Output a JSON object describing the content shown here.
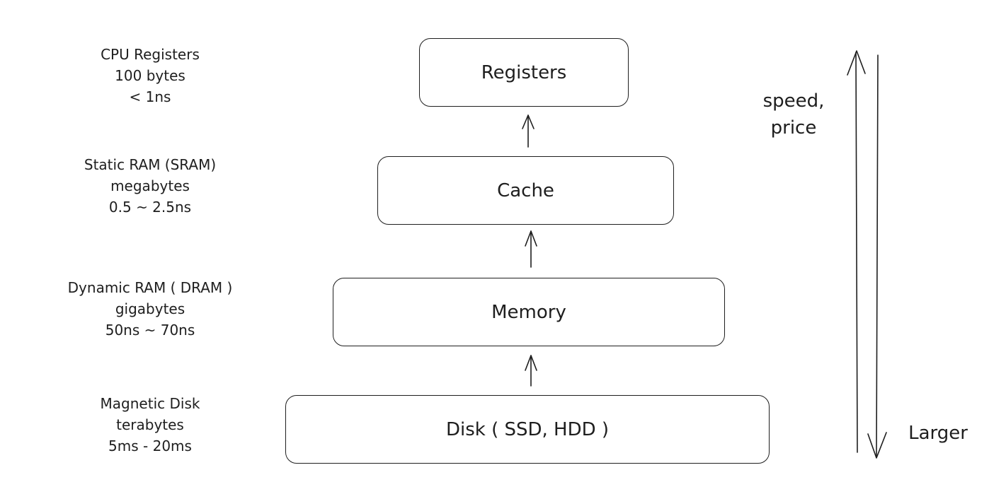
{
  "levels": [
    {
      "box_label": "Registers",
      "desc": [
        "CPU Registers",
        "100 bytes",
        "< 1ns"
      ]
    },
    {
      "box_label": "Cache",
      "desc": [
        "Static RAM (SRAM)",
        "megabytes",
        "0.5 ~ 2.5ns"
      ]
    },
    {
      "box_label": "Memory",
      "desc": [
        "Dynamic RAM ( DRAM )",
        "gigabytes",
        "50ns ~ 70ns"
      ]
    },
    {
      "box_label": "Disk ( SSD, HDD )",
      "desc": [
        "Magnetic Disk",
        "terabytes",
        "5ms - 20ms"
      ]
    }
  ],
  "axis": {
    "top_label": [
      "speed,",
      "price"
    ],
    "bottom_label": "Larger"
  },
  "colors": {
    "stroke": "#1e1e1e",
    "background": "#ffffff"
  }
}
